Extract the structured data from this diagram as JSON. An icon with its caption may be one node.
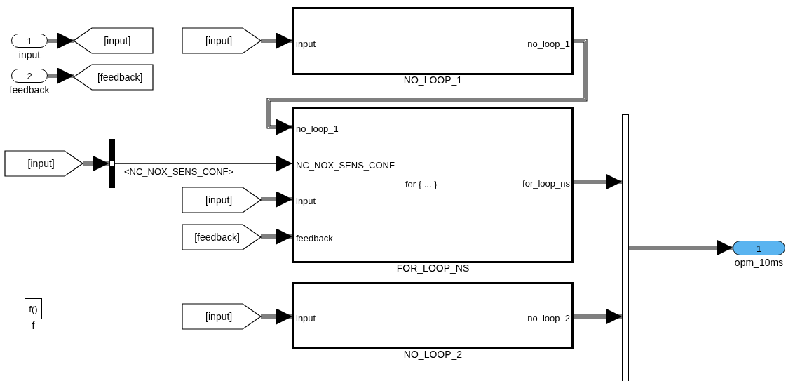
{
  "diagram": {
    "nodes": [
      {
        "text": [
          "1"
        ],
        "beside": [
          "input"
        ]
      },
      {
        "text": [
          "[input]"
        ]
      },
      {
        "text": [
          "2"
        ],
        "beside": [
          "feedback"
        ]
      },
      {
        "text": [
          "[feedback]"
        ]
      },
      {
        "text": [
          "[input]"
        ]
      },
      {
        "text": [
          "input",
          "no_loop_1"
        ],
        "beside": [
          "NO_LOOP_1"
        ]
      },
      {
        "text": [
          "[input]"
        ]
      },
      {
        "text": [],
        "shape": "bar"
      },
      {
        "text": [
          "no_loop_1",
          "NC_NOX_SENS_CONF",
          "for { ... }",
          "for_loop_ns",
          "input",
          "feedback"
        ],
        "beside": [
          "FOR_LOOP_NS"
        ]
      },
      {
        "text": [
          "[input]"
        ]
      },
      {
        "text": [
          "[feedback]"
        ]
      },
      {
        "text": [
          "f()"
        ],
        "beside": [
          "f"
        ]
      },
      {
        "text": [
          "[input]"
        ]
      },
      {
        "text": [
          "input",
          "no_loop_2"
        ],
        "beside": [
          "NO_LOOP_2"
        ]
      },
      {
        "text": [],
        "shape": "bar"
      },
      {
        "text": [
          "1"
        ],
        "beside": [
          "opm_10ms"
        ]
      }
    ],
    "edges": [
      {
        "from": 0,
        "to": 1,
        "arrow": "to"
      },
      {
        "from": 2,
        "to": 3,
        "arrow": "to"
      },
      {
        "from": 4,
        "to": 5,
        "arrow": "to"
      },
      {
        "from": 5,
        "to": 8,
        "arrow": "to"
      },
      {
        "from": 6,
        "to": 7,
        "arrow": "to"
      },
      {
        "from": 7,
        "to": 8,
        "arrow": "to",
        "label": "<NC_NOX_SENS_CONF>"
      },
      {
        "from": 9,
        "to": 8,
        "arrow": "to"
      },
      {
        "from": 10,
        "to": 8,
        "arrow": "to"
      },
      {
        "from": 8,
        "to": 14,
        "arrow": "to"
      },
      {
        "from": 12,
        "to": 13,
        "arrow": "to"
      },
      {
        "from": 13,
        "to": 14,
        "arrow": "to"
      },
      {
        "from": 14,
        "to": 15,
        "arrow": "to"
      }
    ]
  }
}
